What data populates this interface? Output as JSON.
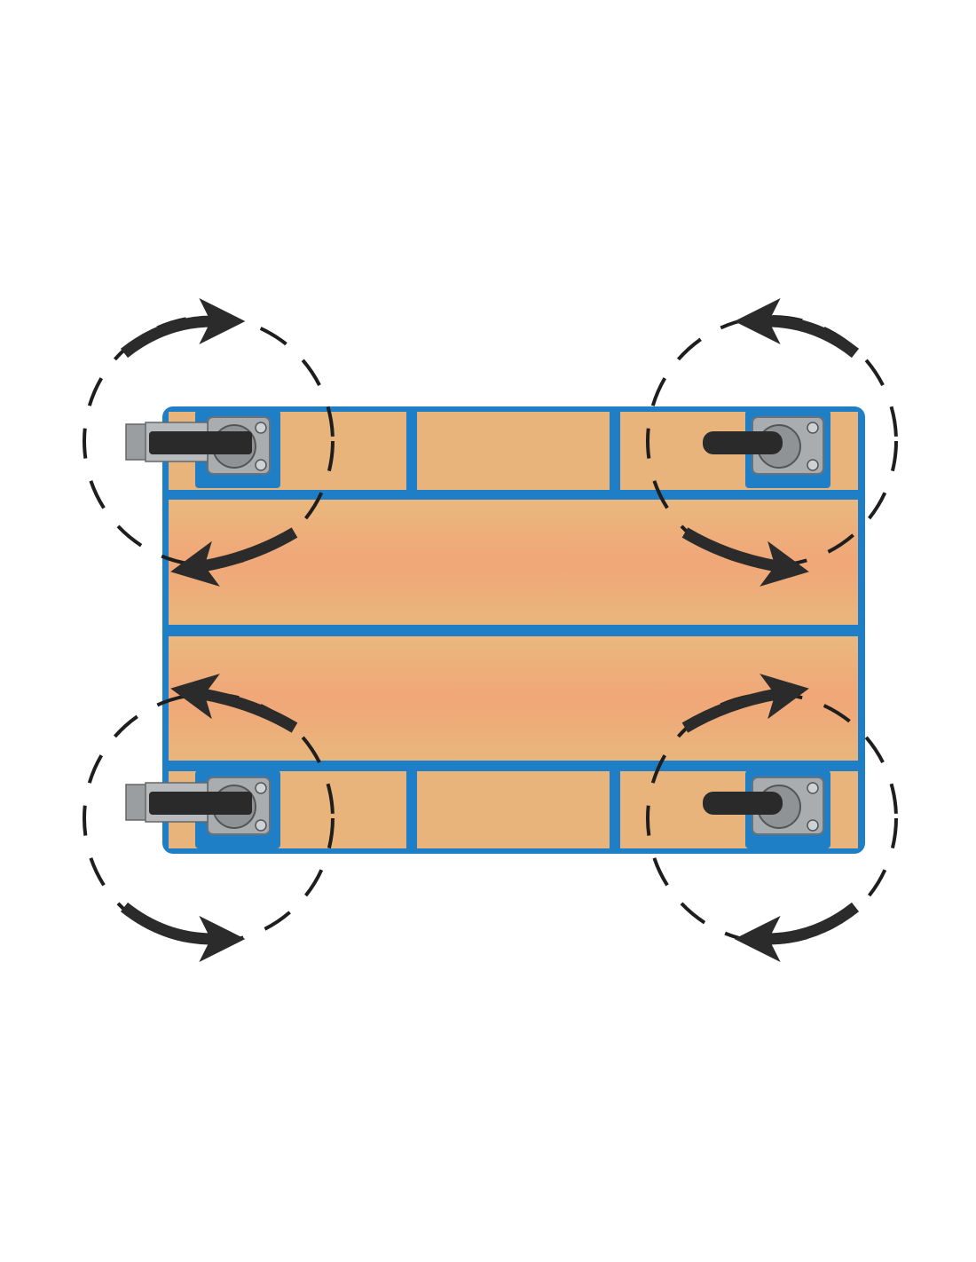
{
  "colors": {
    "frame": "#1f7fc6",
    "frame_dark": "#14609a",
    "wood": "#e9b47c",
    "wood_stripe": "#f0a878",
    "plate": "#a9adb0",
    "wheel": "#2a2a2a",
    "arrow": "#2b2b2b",
    "dashed_path": "#1e1e1e"
  },
  "casters": [
    {
      "position": "top-left",
      "brake": true,
      "rotation_arrows": "clockwise"
    },
    {
      "position": "top-right",
      "brake": false,
      "rotation_arrows": "counterclockwise"
    },
    {
      "position": "bottom-left",
      "brake": true,
      "rotation_arrows": "counterclockwise"
    },
    {
      "position": "bottom-right",
      "brake": false,
      "rotation_arrows": "clockwise"
    }
  ]
}
